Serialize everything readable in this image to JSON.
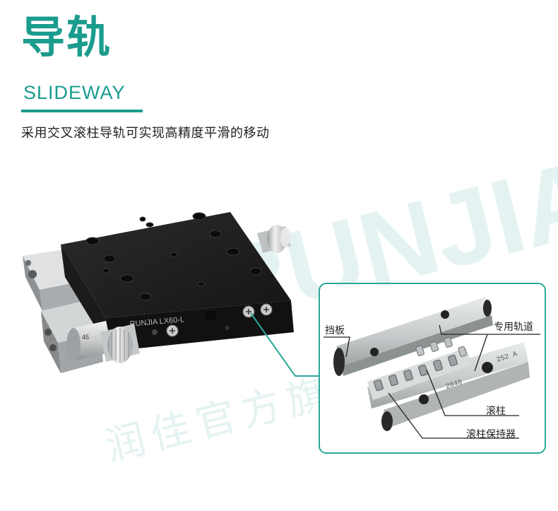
{
  "header": {
    "title": "导轨",
    "subtitle": "SLIDEWAY",
    "description": "采用交叉滚柱导轨可实现高精度平滑的移动"
  },
  "product": {
    "model_label": "RUNJIA LX60-L",
    "micrometer_number": "45"
  },
  "watermark": {
    "latin": "RUNJIA",
    "chinese": "润佳官方旗舰店"
  },
  "callouts": {
    "stop_plate": "挡板",
    "dedicated_rail": "专用轨道",
    "roller": "滚柱",
    "roller_cage": "滚柱保持器"
  },
  "parts": {
    "rail_marking_1": "252 A",
    "rail_marking_2": "2040"
  },
  "colors": {
    "accent": "#1a9c8e",
    "inset_border": "#2aa89a",
    "stage_top": "#1f1f1f"
  }
}
